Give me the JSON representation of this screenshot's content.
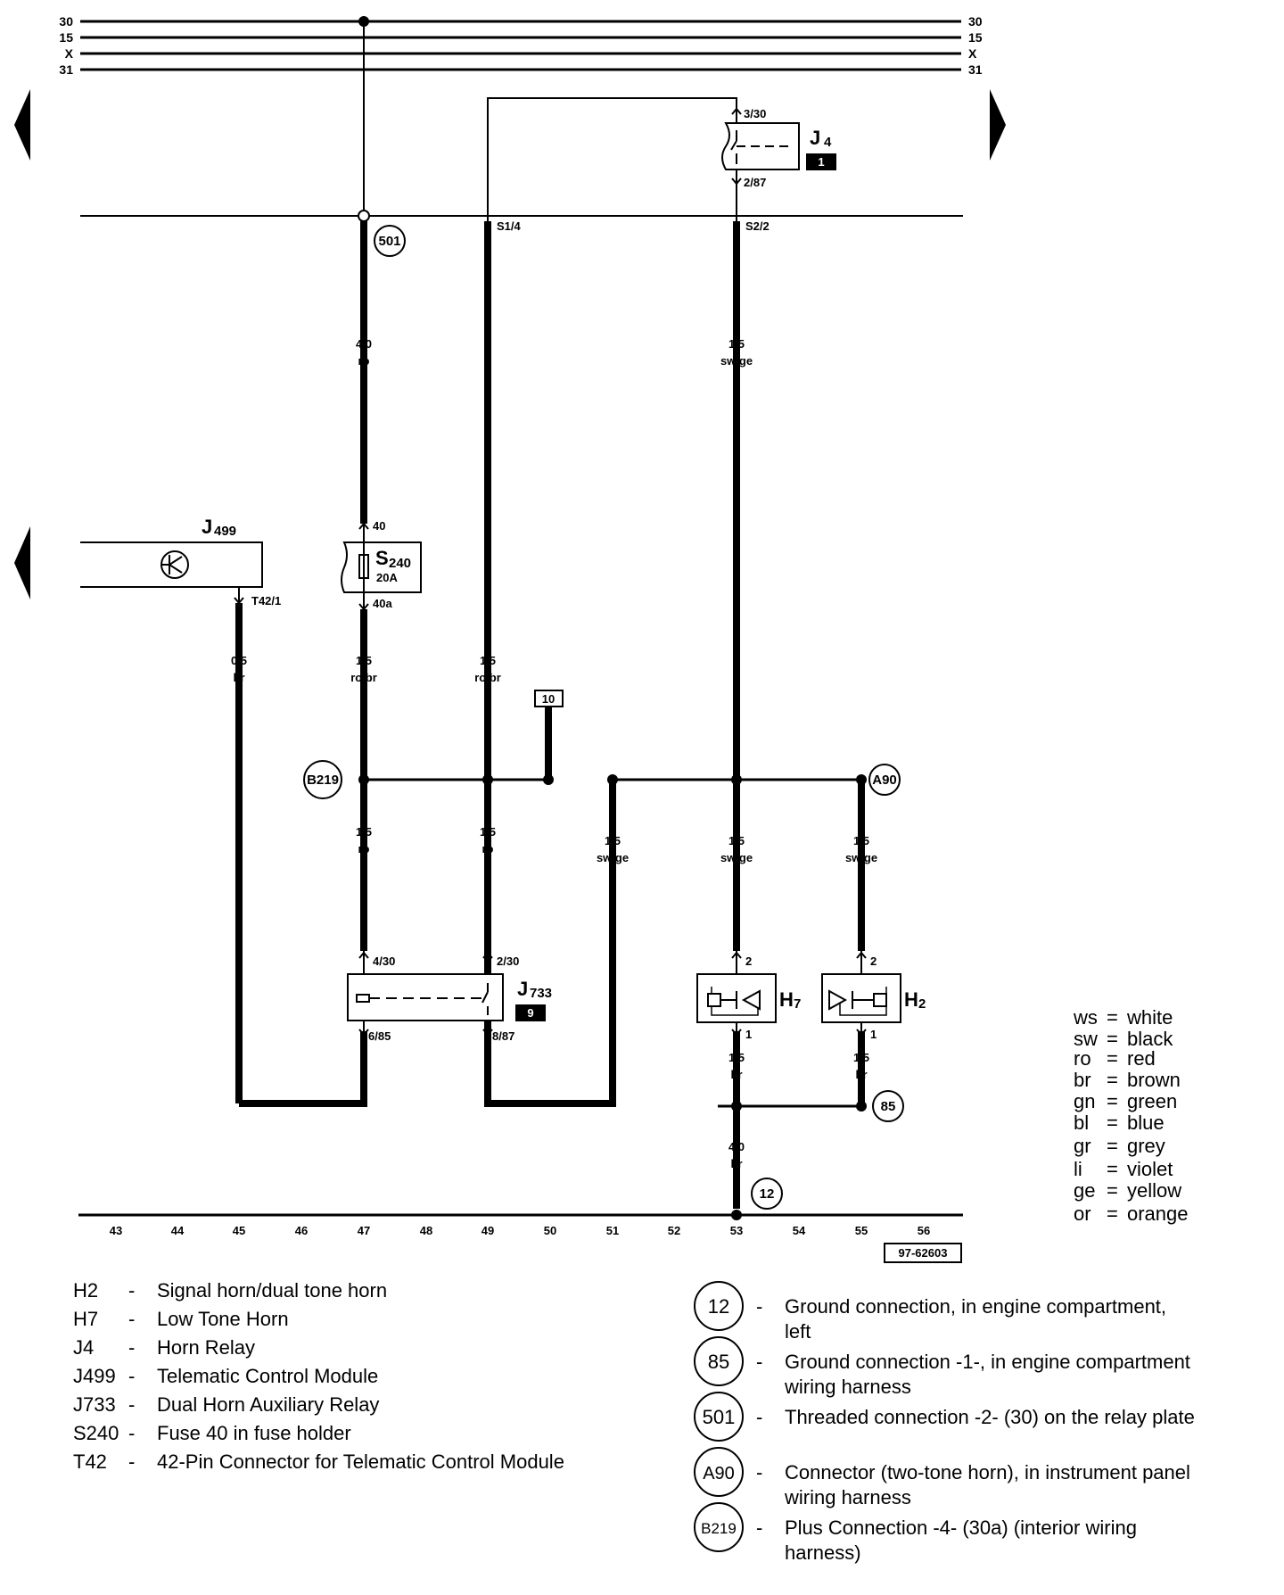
{
  "bus_lines": [
    "30",
    "15",
    "X",
    "31"
  ],
  "components": {
    "J4": {
      "letter": "J",
      "num": "4",
      "pin_in": "3/30",
      "pin_out": "2/87",
      "badge": "1"
    },
    "J499": {
      "letter": "J",
      "num": "499",
      "pin": "T42/1"
    },
    "S240": {
      "letter": "S",
      "num": "240",
      "rating": "20A",
      "pin_in": "40",
      "pin_out": "40a"
    },
    "J733": {
      "letter": "J",
      "num": "733",
      "badge": "9",
      "pin_in_a": "4/30",
      "pin_in_b": "2/30",
      "pin_out_a": "6/85",
      "pin_out_b": "8/87"
    },
    "H7": {
      "letter": "H",
      "num": "7",
      "pin_in": "2",
      "pin_out": "1"
    },
    "H2": {
      "letter": "H",
      "num": "2",
      "pin_in": "2",
      "pin_out": "1"
    }
  },
  "terminals": {
    "s1": "S1/4",
    "s2": "S2/2"
  },
  "connectors": {
    "c501": "501",
    "cB219": "B219",
    "cA90": "A90",
    "c85": "85",
    "c12": "12",
    "box10": "10"
  },
  "wires": {
    "w1": {
      "gauge": "4,0",
      "color": "ro"
    },
    "w2": {
      "gauge": "1,5",
      "color": "sw/ge"
    },
    "w3": {
      "gauge": "0,5",
      "color": "br"
    },
    "w4": {
      "gauge": "1,5",
      "color": "ro/br"
    },
    "w5": {
      "gauge": "1,5",
      "color": "ro/br"
    },
    "w6": {
      "gauge": "1,5",
      "color": "ro"
    },
    "w7": {
      "gauge": "1,5",
      "color": "ro"
    },
    "w8": {
      "gauge": "1,5",
      "color": "sw/ge"
    },
    "w9": {
      "gauge": "1,5",
      "color": "sw/ge"
    },
    "w10": {
      "gauge": "1,5",
      "color": "sw/ge"
    },
    "w11": {
      "gauge": "1,5",
      "color": "br"
    },
    "w12": {
      "gauge": "1,5",
      "color": "br"
    },
    "w13": {
      "gauge": "4.0",
      "color": "br"
    }
  },
  "ground_numbers": [
    "43",
    "44",
    "45",
    "46",
    "47",
    "48",
    "49",
    "50",
    "51",
    "52",
    "53",
    "54",
    "55",
    "56"
  ],
  "diagram_id": "97-62603",
  "color_legend": [
    {
      "code": "ws",
      "name": "white"
    },
    {
      "code": "sw",
      "name": "black"
    },
    {
      "code": "ro",
      "name": "red"
    },
    {
      "code": "br",
      "name": "brown"
    },
    {
      "code": "gn",
      "name": "green"
    },
    {
      "code": "bl",
      "name": "blue"
    },
    {
      "code": "gr",
      "name": "grey"
    },
    {
      "code": "li",
      "name": "violet"
    },
    {
      "code": "ge",
      "name": "yellow"
    },
    {
      "code": "or",
      "name": "orange"
    }
  ],
  "component_legend": [
    {
      "code": "H2",
      "desc": "Signal horn/dual tone horn"
    },
    {
      "code": "H7",
      "desc": "Low Tone Horn"
    },
    {
      "code": "J4",
      "desc": "Horn Relay"
    },
    {
      "code": "J499",
      "desc": "Telematic Control Module"
    },
    {
      "code": "J733",
      "desc": "Dual Horn Auxiliary Relay"
    },
    {
      "code": "S240",
      "desc": "Fuse 40 in fuse holder"
    },
    {
      "code": "T42",
      "desc": "42-Pin Connector for Telematic Control Module"
    }
  ],
  "connection_legend": [
    {
      "code": "12",
      "line1": "Ground connection, in engine compartment,",
      "line2": "left"
    },
    {
      "code": "85",
      "line1": "Ground connection -1-, in engine compartment",
      "line2": "wiring harness"
    },
    {
      "code": "501",
      "line1": "Threaded connection -2- (30) on the relay plate",
      "line2": ""
    },
    {
      "code": "A90",
      "line1": "Connector (two-tone horn), in instrument panel",
      "line2": "wiring harness"
    },
    {
      "code": "B219",
      "line1": "Plus Connection -4- (30a) (interior wiring",
      "line2": "harness)"
    }
  ],
  "legend_dash": "-"
}
